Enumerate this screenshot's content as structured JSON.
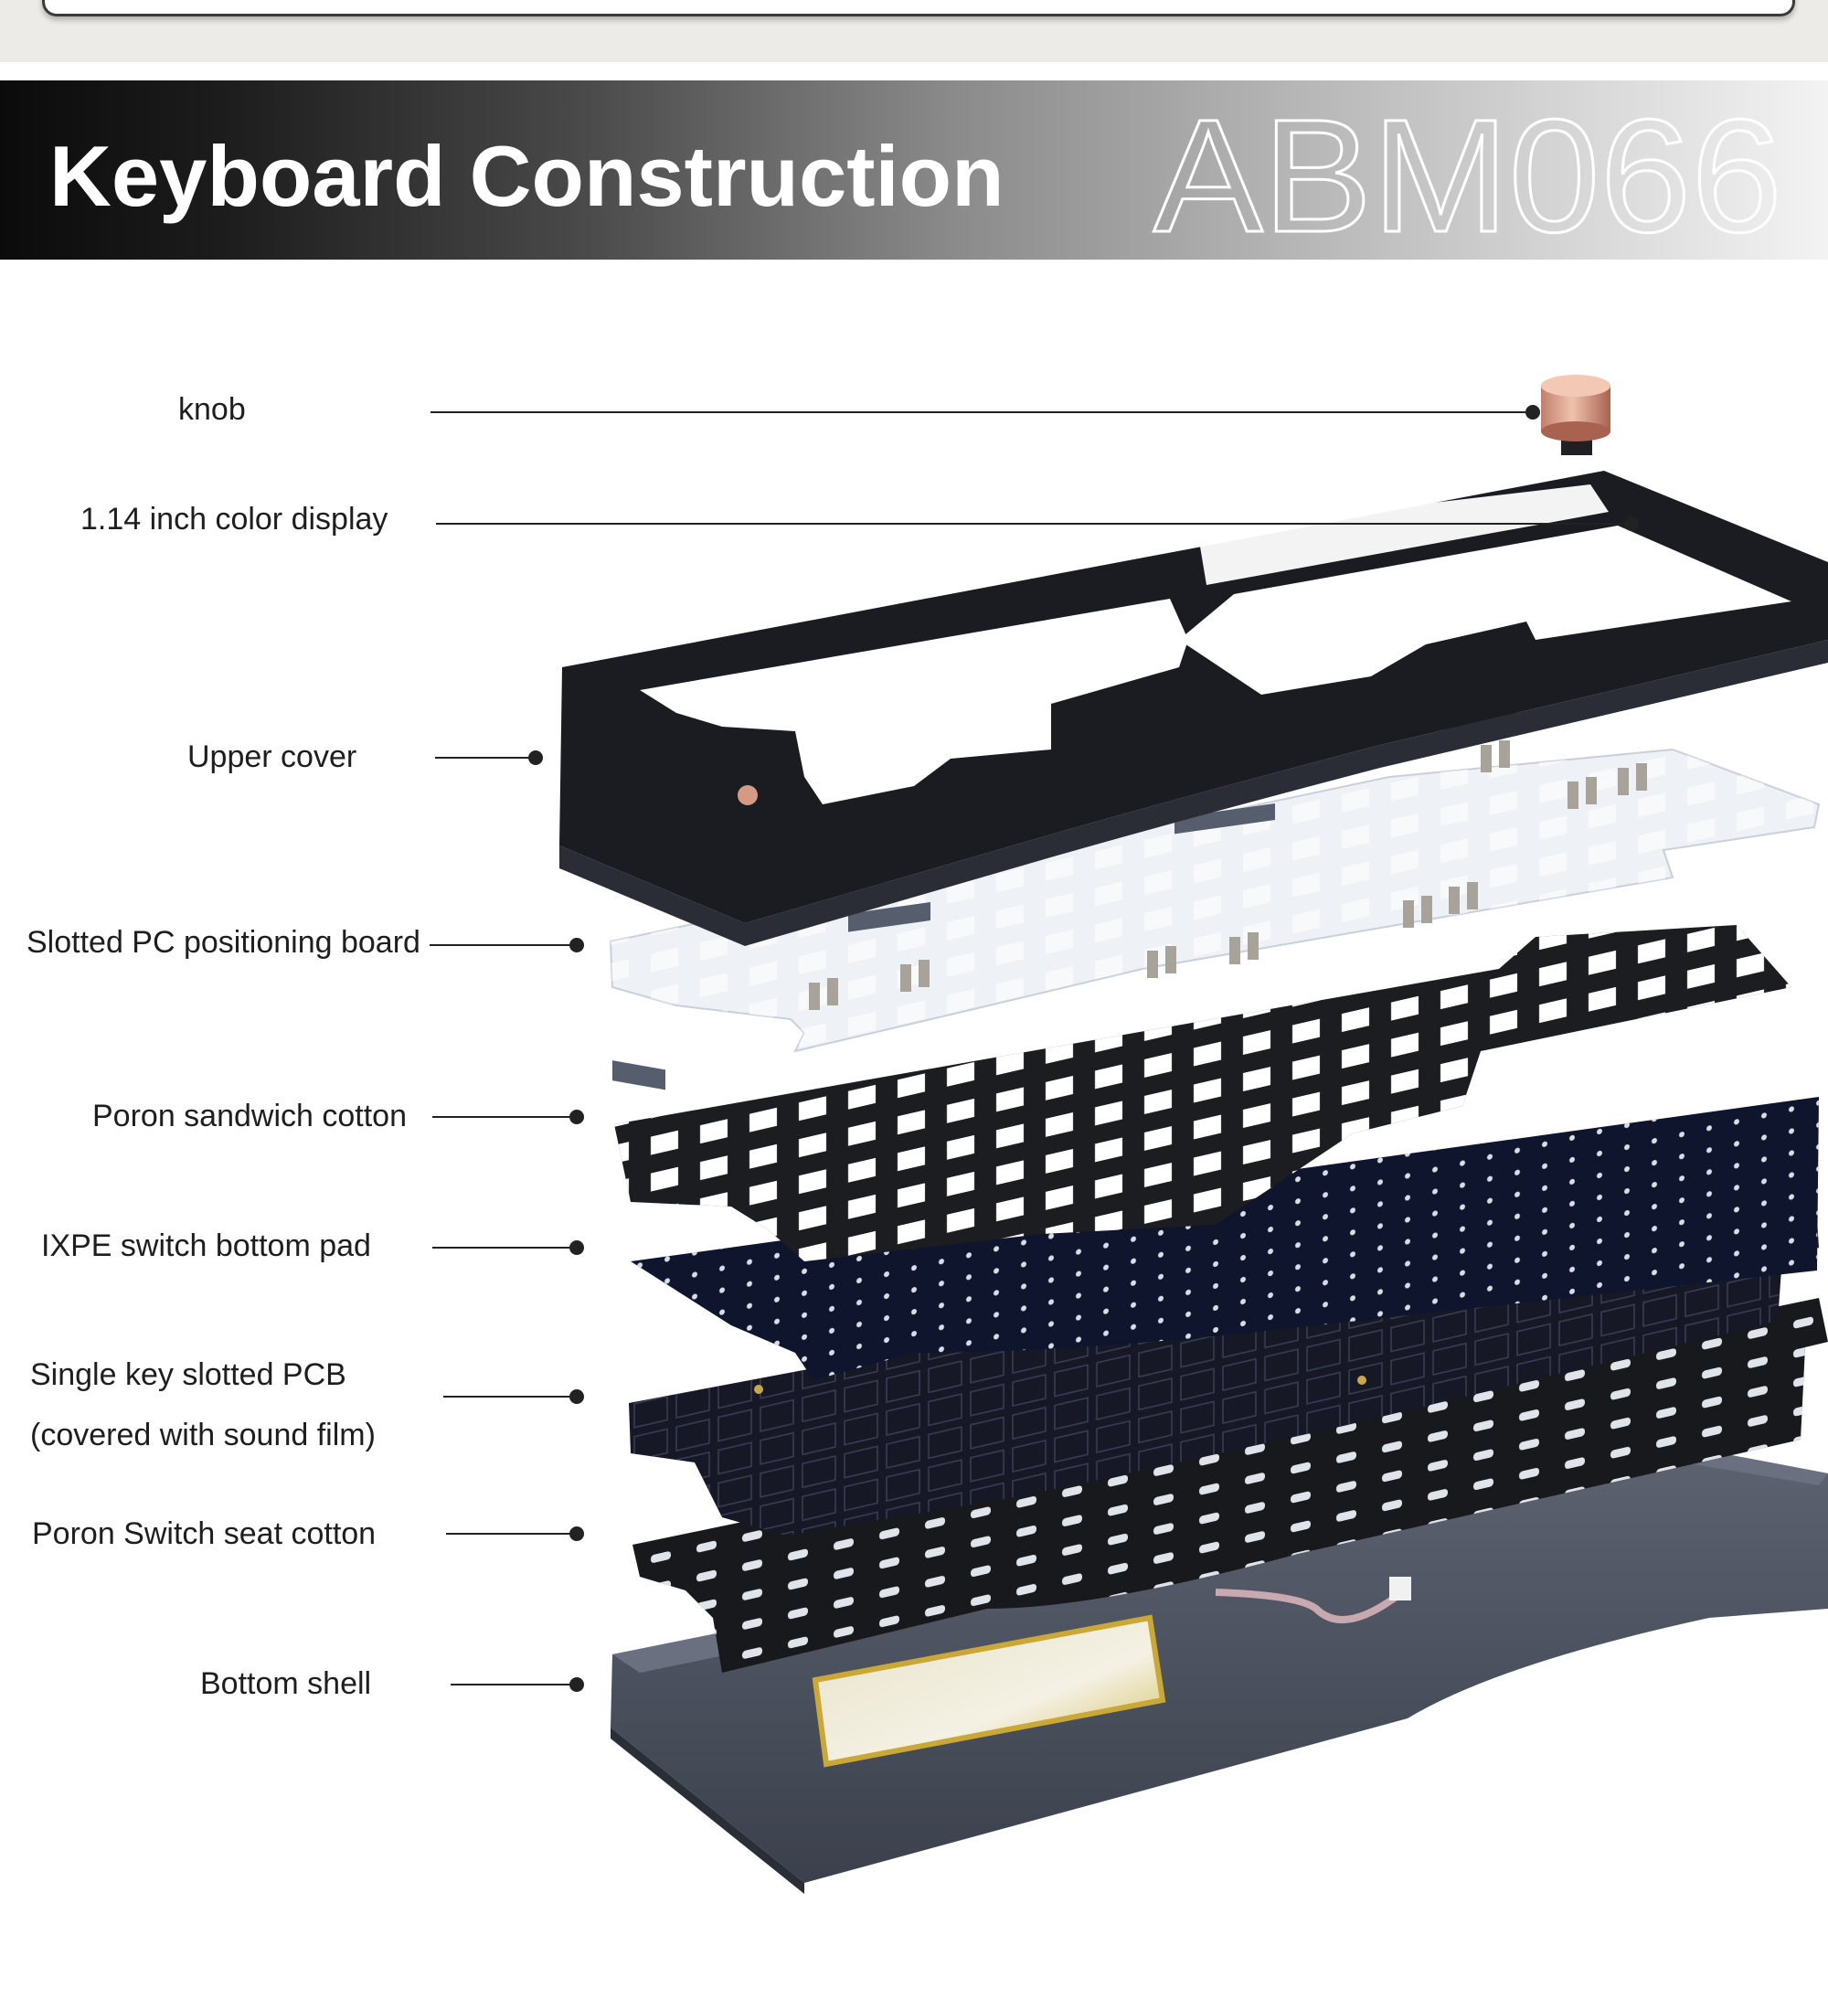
{
  "banner": {
    "title": "Keyboard Construction",
    "model": "ABM066"
  },
  "labels": {
    "knob": "knob",
    "display": "1.14 inch color display",
    "upper_cover": "Upper cover",
    "pc_board": "Slotted PC positioning board",
    "poron_sandwich": "Poron sandwich cotton",
    "ixpe_pad": "IXPE switch bottom pad",
    "pcb_line1": "Single key slotted PCB",
    "pcb_line2": "(covered with sound film)",
    "poron_seat": "Poron Switch seat cotton",
    "bottom_shell": "Bottom shell"
  },
  "colors": {
    "knob": "#d8a08a",
    "plate_dark": "#1b1c22",
    "shell": "#4b5160",
    "pc_board": "#eef1f5",
    "pcb": "#141726",
    "ixpe": "#0e1530",
    "battery": "#d7b648"
  }
}
